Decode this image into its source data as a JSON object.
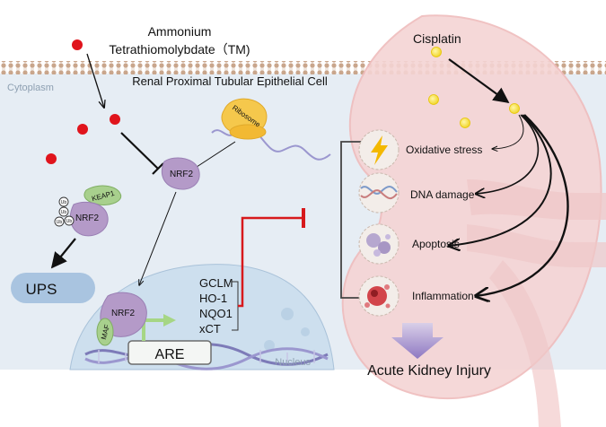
{
  "drug": {
    "name_line1": "Ammonium",
    "name_line2": "Tetrathiomolybdate（TM)"
  },
  "cell": {
    "title": "Renal Proximal Tubular Epithelial Cell",
    "cytoplasm_label": "Cytoplasm",
    "nucleus_label": "Nucleus"
  },
  "toxin": {
    "name": "Cisplatin"
  },
  "proteins": {
    "ribosome": "Ribosome",
    "keap1": "KEAP1",
    "nrf2_bound": "NRF2",
    "nrf2_free": "NRF2",
    "nrf2_nuclear": "NRF2",
    "maf": "MAF",
    "ub": "Ub",
    "ups": "UPS",
    "are": "ARE"
  },
  "target_genes": [
    "GCLM",
    "HO-1",
    "NQO1",
    "xCT"
  ],
  "outcomes": [
    "Oxidative stress",
    "DNA damage",
    "Apoptosis",
    "Inflammation"
  ],
  "result": "Acute Kidney Injury",
  "colors": {
    "drug_dot": "#e0141c",
    "cisplatin_dot": "#f4e23a",
    "inhibition": "#d7191c",
    "nrf2": "#b49ac8",
    "keap1": "#a8d08d",
    "ribosome": "#f5c84c",
    "ups": "#a9c4e0",
    "kidney": "#f6d3d3",
    "nucleus": "#cfe0ef",
    "cytoplasm": "#e4ecf3",
    "membrane": "#c9a78f"
  }
}
